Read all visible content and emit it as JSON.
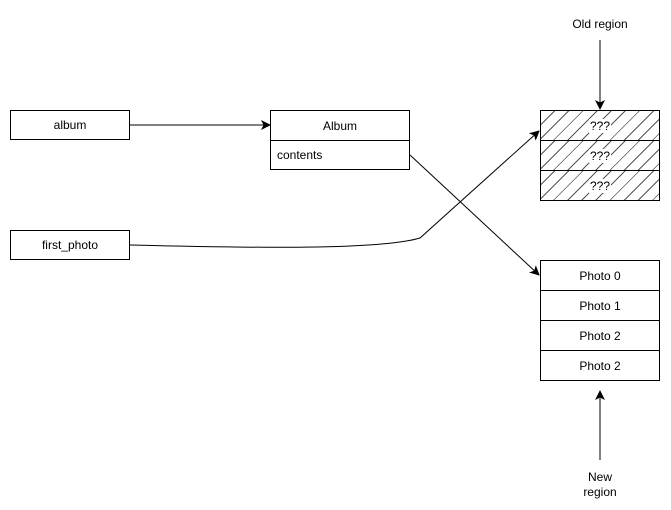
{
  "labels": {
    "album_var": "album",
    "first_photo_var": "first_photo",
    "album_struct_title": "Album",
    "album_struct_field": "contents",
    "old_region": "Old region",
    "new_region_line1": "New",
    "new_region_line2": "region"
  },
  "old_region_cells": [
    "???",
    "???",
    "???"
  ],
  "new_region_cells": [
    "Photo 0",
    "Photo 1",
    "Photo 2",
    "Photo 2"
  ]
}
